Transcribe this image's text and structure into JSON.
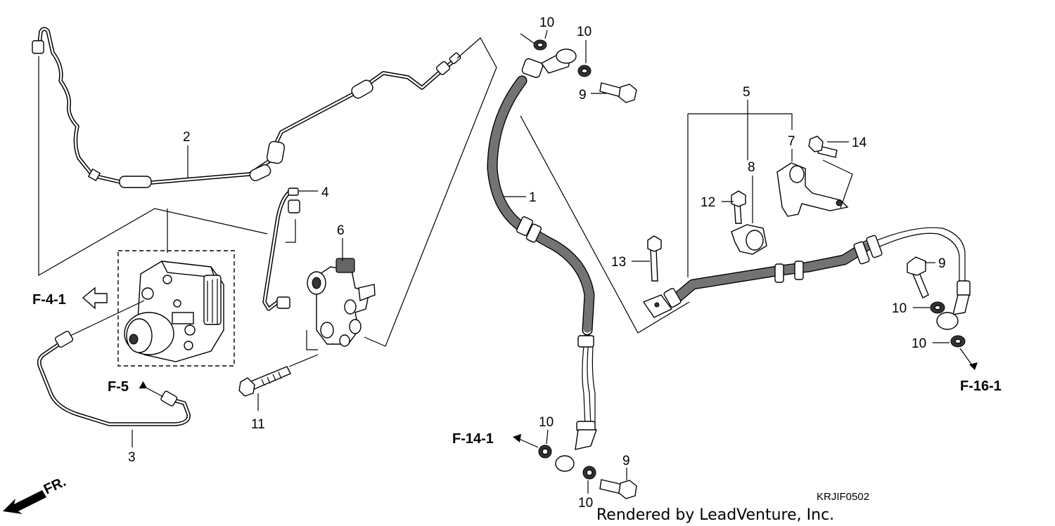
{
  "callouts": {
    "c1": "1",
    "c2": "2",
    "c3": "3",
    "c4": "4",
    "c5": "5",
    "c6": "6",
    "c7": "7",
    "c8": "8",
    "c9a": "9",
    "c9b": "9",
    "c9c": "9",
    "c10a": "10",
    "c10b": "10",
    "c10c": "10",
    "c10d": "10",
    "c10e": "10",
    "c10f": "10",
    "c11": "11",
    "c12": "12",
    "c13": "13",
    "c14": "14"
  },
  "refs": {
    "f41": "F-4-1",
    "f5": "F-5",
    "f141": "F-14-1",
    "f161": "F-16-1"
  },
  "front_label": "FR.",
  "diagram_code": "KRJIF0502",
  "credit": "Rendered by LeadVenture, Inc.",
  "colors": {
    "line": "#000000",
    "background": "#ffffff",
    "shade": "#666666"
  }
}
